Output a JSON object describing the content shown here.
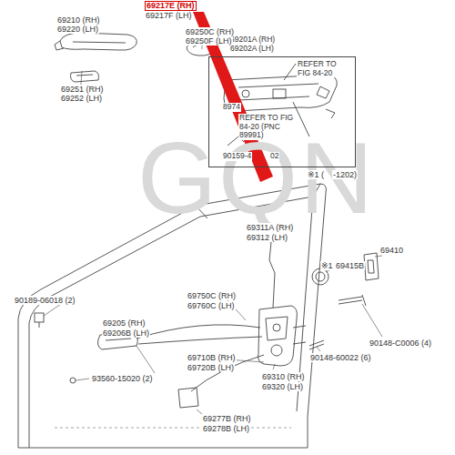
{
  "diagram": {
    "nodes": [
      {
        "text": [
          "69201A (RH) 69202A (LH)",
          "REFER TO FIG 84-20",
          "REFER TO FIG 84-20 (PNC 89991)",
          "8974",
          "90159-4",
          "02"
        ]
      }
    ],
    "labels": [
      "69217E (RH)",
      "69217F (LH)",
      "69210 (RH)",
      "69220 (LH)",
      "69250C (RH)",
      "69250F (LH)",
      "69251 (RH)",
      "69252 (LH)",
      "※1 (",
      "-1202)",
      "69311A (RH)",
      "69312 (LH)",
      "69410",
      "※1",
      "69415B",
      "90189-06018 (2)",
      "69750C (RH)",
      "69760C (LH)",
      "69205 (RH)",
      "69206B (LH)",
      "90148-C0006 (4)",
      "90148-60022 (6)",
      "69710B (RH)",
      "69720B (LH)",
      "93560-15020 (2)",
      "69310 (RH)",
      "69320 (LH)",
      "69277B (RH)",
      "69278B (LH)",
      "GQN"
    ]
  }
}
